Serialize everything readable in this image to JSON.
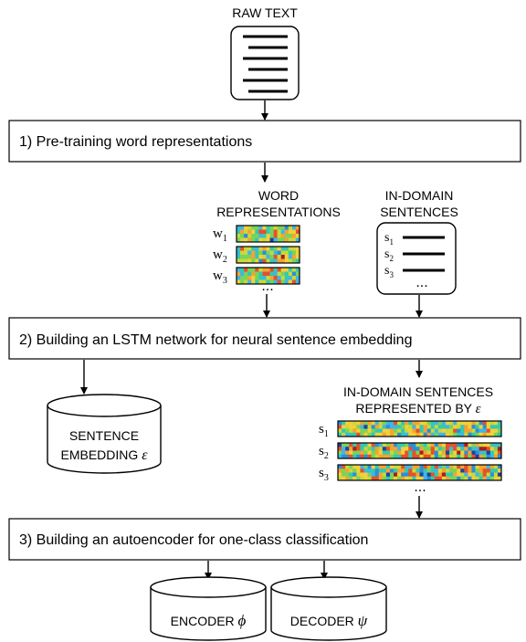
{
  "raw_text": {
    "label": "RAW TEXT"
  },
  "steps": [
    {
      "label": "1) Pre-training word representations"
    },
    {
      "label": "2) Building an LSTM network for neural sentence embedding"
    },
    {
      "label": "3) Building an autoencoder for one-class classification"
    }
  ],
  "word_reps": {
    "title_lines": [
      "WORD",
      "REPRESENTATIONS"
    ],
    "rows": [
      {
        "name": "w",
        "sub": "1"
      },
      {
        "name": "w",
        "sub": "2"
      },
      {
        "name": "w",
        "sub": "3"
      }
    ],
    "ellipsis": "..."
  },
  "in_domain": {
    "title_lines": [
      "IN-DOMAIN",
      "SENTENCES"
    ],
    "rows": [
      {
        "name": "s",
        "sub": "1"
      },
      {
        "name": "s",
        "sub": "2"
      },
      {
        "name": "s",
        "sub": "3"
      }
    ],
    "ellipsis": "..."
  },
  "sentence_embedding": {
    "line1": "SENTENCE",
    "line2": "EMBEDDING",
    "symbol": "ε"
  },
  "in_domain_embedded": {
    "title_line1": "IN-DOMAIN SENTENCES",
    "title_line2": "REPRESENTED BY",
    "symbol": "ε",
    "rows": [
      {
        "name": "s",
        "sub": "1"
      },
      {
        "name": "s",
        "sub": "2"
      },
      {
        "name": "s",
        "sub": "3"
      }
    ],
    "ellipsis": "..."
  },
  "encoder": {
    "label": "ENCODER",
    "symbol": "ϕ"
  },
  "decoder": {
    "label": "DECODER",
    "symbol": "ψ"
  }
}
